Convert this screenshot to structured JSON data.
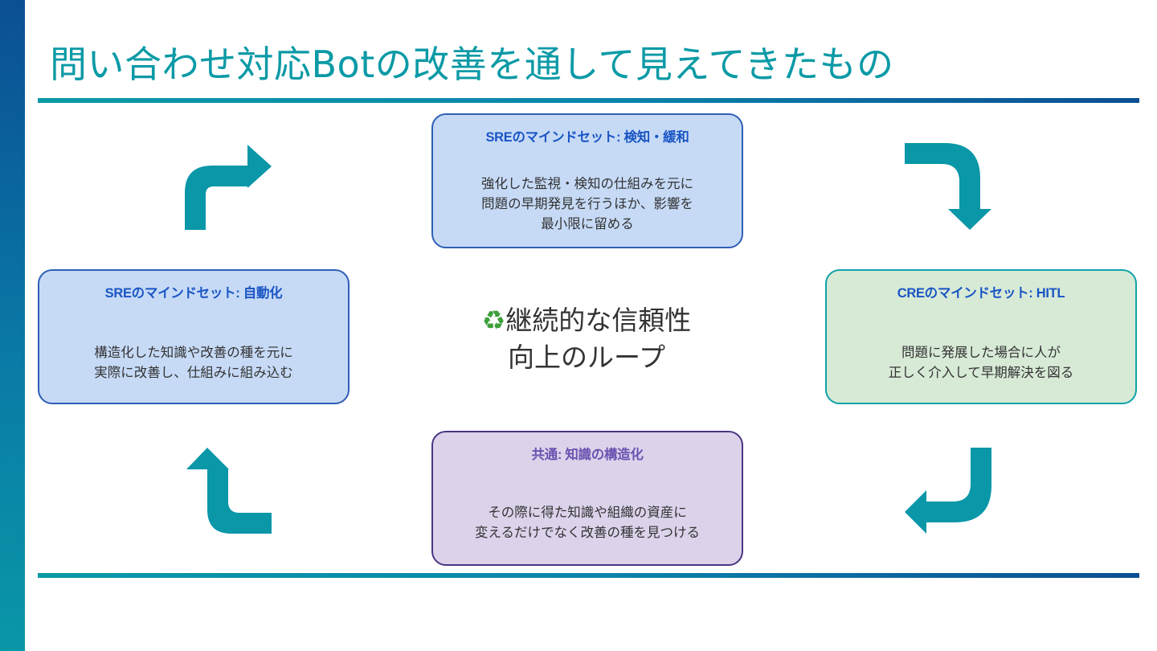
{
  "slide": {
    "title": "問い合わせ対応Botの改善を通して見えてきたもの"
  },
  "cycle": {
    "center_icon": "recycle-icon",
    "center_line1": "継続的な信頼性",
    "center_line2": "向上のループ",
    "nodes": {
      "top": {
        "title": "SREのマインドセット: 検知・緩和",
        "lines": [
          "強化した監視・検知の仕組みを元に",
          "問題の早期発見を行うほか、影響を",
          "最小限に留める"
        ]
      },
      "right": {
        "title": "CREのマインドセット: HITL",
        "lines": [
          "問題に発展した場合に人が",
          "正しく介入して早期解決を図る"
        ]
      },
      "bottom": {
        "title": "共通: 知識の構造化",
        "lines": [
          "その際に得た知識や組織の資産に",
          "変えるだけでなく改善の種を見つける"
        ]
      },
      "left": {
        "title": "SREのマインドセット: 自動化",
        "lines": [
          "構造化した知識や改善の種を元に",
          "実際に改善し、仕組みに組み込む"
        ]
      }
    }
  },
  "colors": {
    "accent": "#0a97a8",
    "title": "#0b9aa6",
    "sre_box_fill": "#c6daf6",
    "cre_box_fill": "#d7ead6",
    "common_box_fill": "#dcd3eb",
    "arrow": "#0a97a8"
  }
}
